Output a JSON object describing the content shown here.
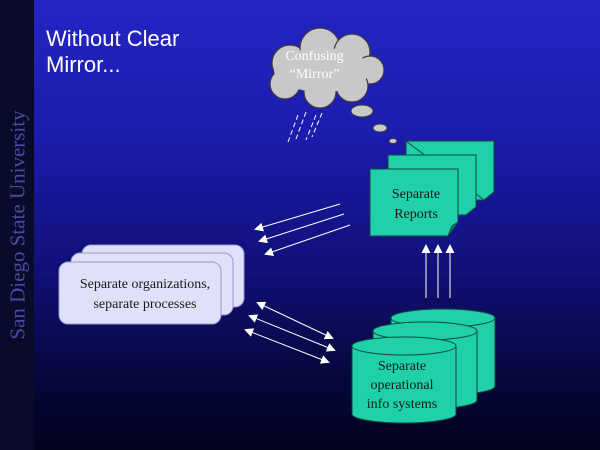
{
  "sidebar": {
    "university": "San Diego State University"
  },
  "slide": {
    "title_line1": "Without Clear",
    "title_line2": "Mirror...",
    "cloud": {
      "line1": "Confusing",
      "line2": "“Mirror”"
    },
    "reports": {
      "line1": "Separate",
      "line2": "Reports"
    },
    "organizations": {
      "line1": "Separate organizations,",
      "line2": "separate processes"
    },
    "systems": {
      "line1": "Separate",
      "line2": "operational",
      "line3": "info systems"
    }
  },
  "colors": {
    "background_top": "#2424c4",
    "background_bottom": "#03031e",
    "sidebar": "#0a0a2a",
    "cloud": "#c8c8c8",
    "teal": "#1fd0a8",
    "lavender": "#e0e0f8"
  }
}
